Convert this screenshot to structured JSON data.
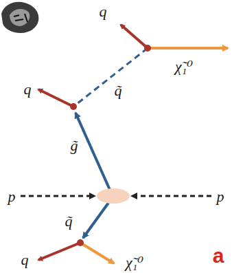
{
  "diagram": {
    "labels": [
      "q",
      "χ̃₁⁰",
      "q",
      "q̃",
      "g̃",
      "p",
      "p",
      "q̃",
      "q",
      "χ̃₁⁰",
      "a"
    ]
  }
}
